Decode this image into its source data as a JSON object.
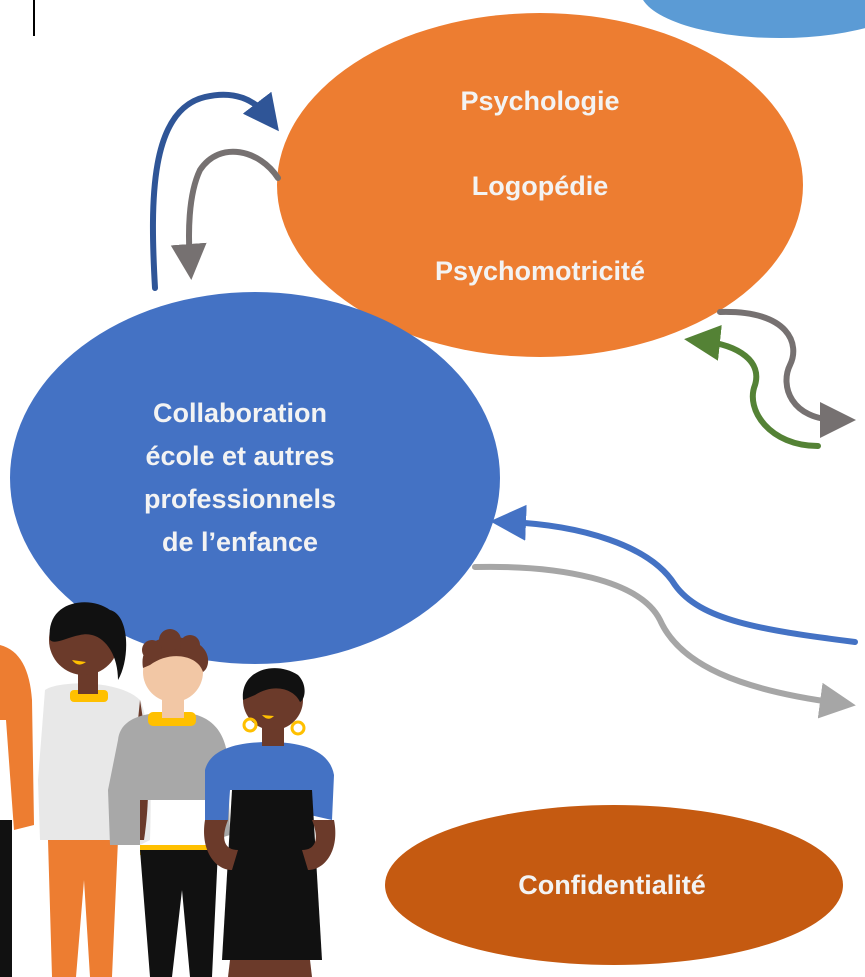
{
  "nodes": {
    "services": {
      "lines": [
        "Psychologie",
        "Logopédie",
        "Psychomotricité"
      ],
      "color": "#ed7d31"
    },
    "collaboration": {
      "lines": [
        "Collaboration",
        "école et autres",
        "professionnels",
        "de l’enfance"
      ],
      "color": "#4472c4"
    },
    "confidentiality": {
      "lines": [
        "Confidentialité"
      ],
      "color": "#c55a11"
    },
    "corner": {
      "color": "#5b9bd5"
    }
  },
  "arrow_colors": {
    "blue_dark": "#2f5597",
    "blue": "#4472c4",
    "gray": "#767171",
    "gray_light": "#a6a6a6",
    "green": "#548235"
  },
  "illustration": {
    "name": "group-of-people",
    "skin_dark": "#6b3a2a",
    "skin_light": "#f2c7a5",
    "accent": "#ffc000"
  }
}
